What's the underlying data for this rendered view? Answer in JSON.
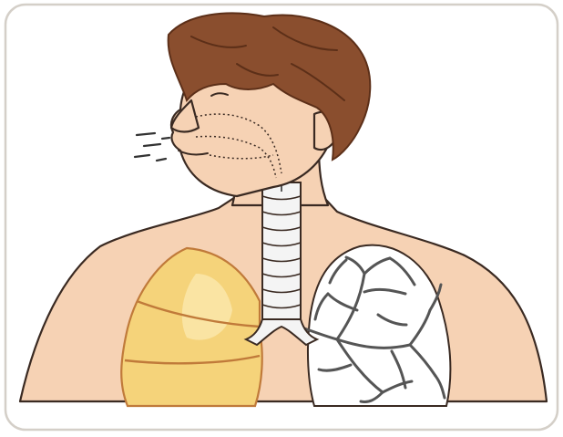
{
  "figure": {
    "subject": "human-respiratory-system",
    "colors": {
      "frame_border": "#d4cfc8",
      "background": "#ffffff",
      "skin": "#f6d2b4",
      "skin_shadow": "#eab892",
      "hair": "#8a4e2e",
      "hair_dark": "#5c2f18",
      "outline": "#3a2a22",
      "lung_fill": "#f5d37a",
      "lung_highlight": "#fbe9ae",
      "lung_outline": "#c07a3a",
      "right_lung_fill": "#ffffff",
      "bronchi": "#555555",
      "trachea_fill": "#f4f4f4",
      "air_marks": "#333333"
    },
    "parts": [
      "head",
      "hair",
      "nose",
      "mouth",
      "neck",
      "trachea",
      "lung-left-exterior",
      "lung-right-bronchial-tree",
      "breath-lines",
      "chest"
    ]
  }
}
